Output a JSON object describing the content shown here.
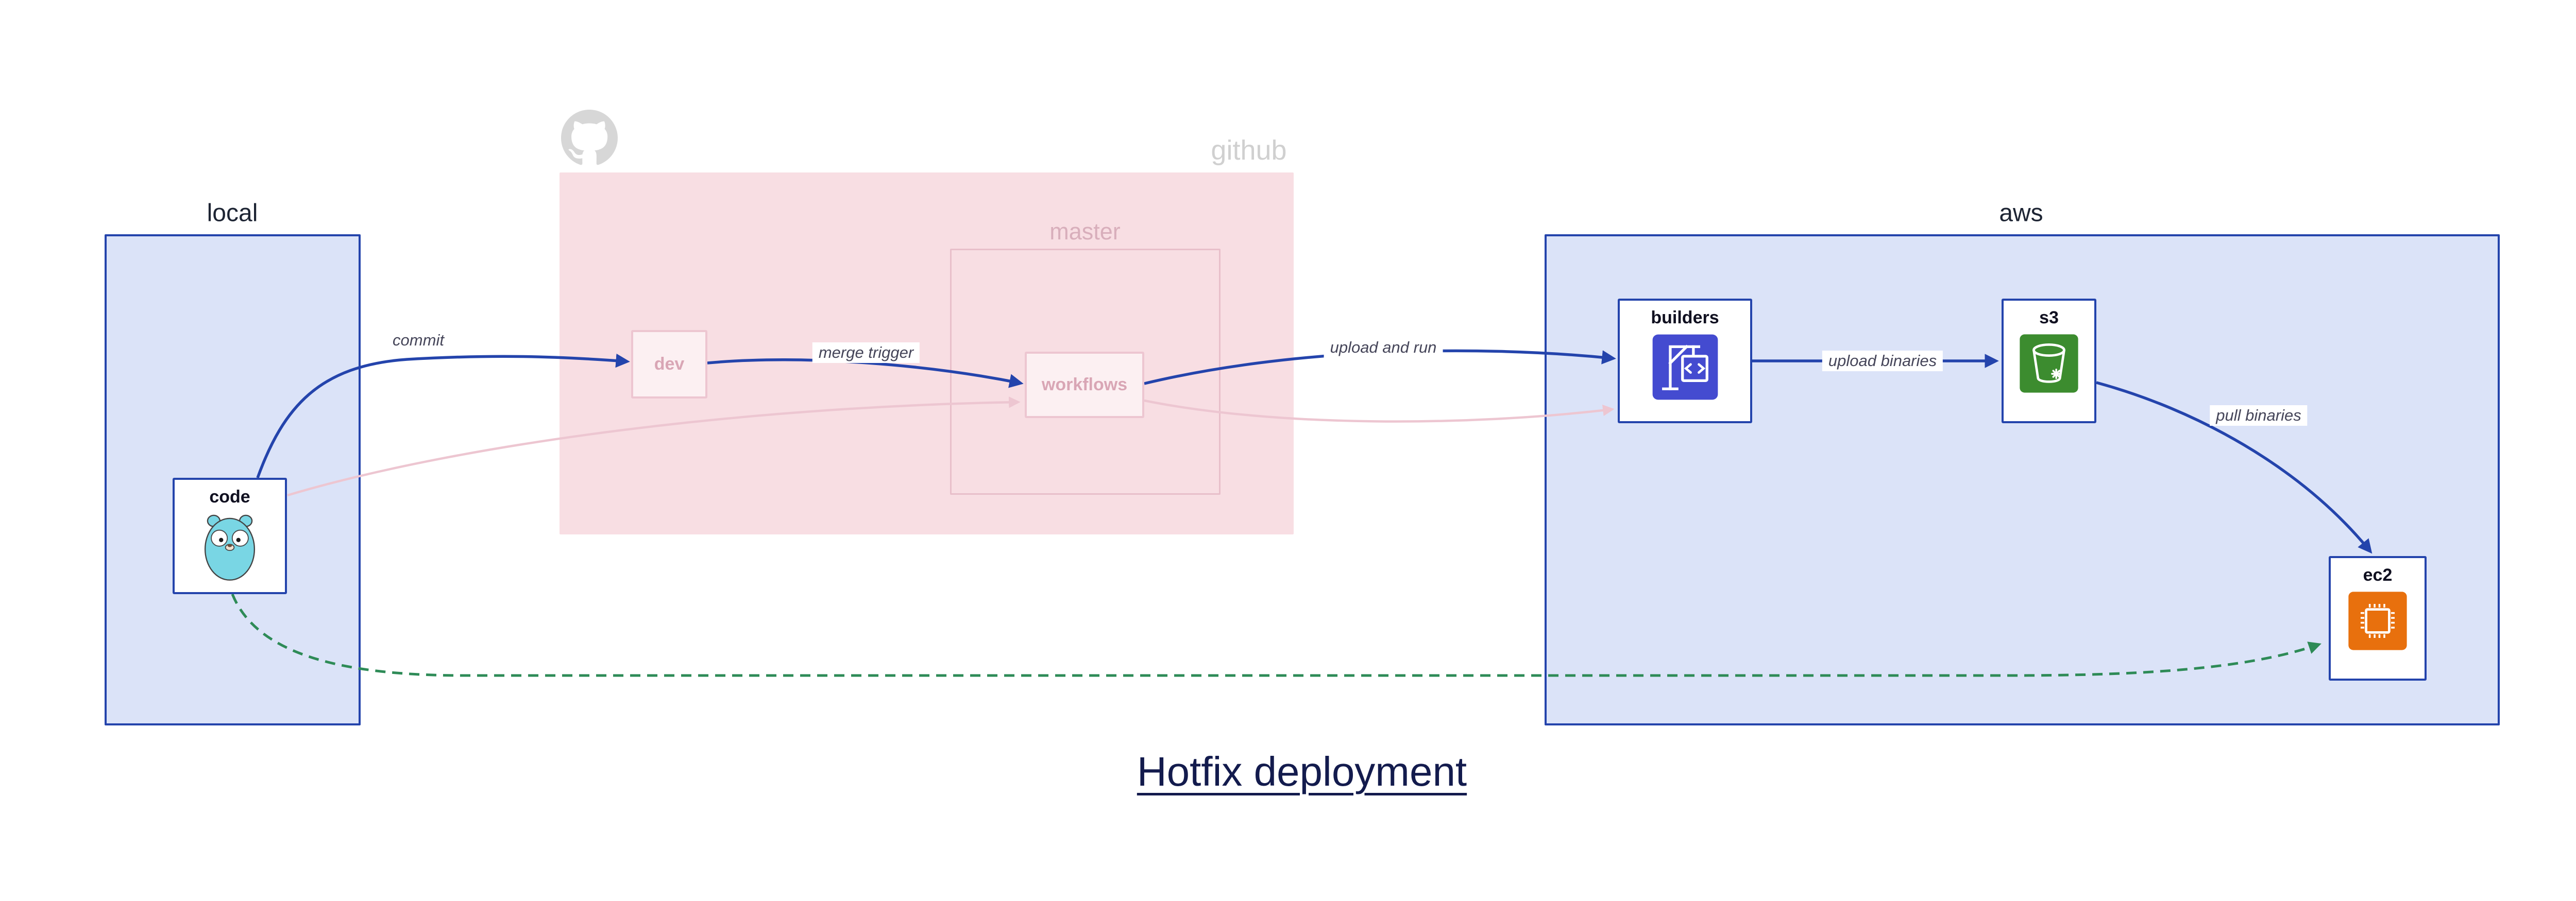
{
  "title": "Hotfix deployment",
  "containers": {
    "local": {
      "label": "local"
    },
    "github": {
      "label": "github"
    },
    "master": {
      "label": "master"
    },
    "aws": {
      "label": "aws"
    }
  },
  "nodes": {
    "code": {
      "label": "code",
      "icon": "go-gopher-icon"
    },
    "dev": {
      "label": "dev"
    },
    "workflows": {
      "label": "workflows"
    },
    "builders": {
      "label": "builders",
      "icon": "codebuild-crane-icon"
    },
    "s3": {
      "label": "s3",
      "icon": "s3-bucket-icon"
    },
    "ec2": {
      "label": "ec2",
      "icon": "ec2-chip-icon"
    }
  },
  "edges": {
    "commit": {
      "label": "commit",
      "from": "code",
      "to": "dev"
    },
    "merge_trigger": {
      "label": "merge trigger",
      "from": "dev",
      "to": "workflows"
    },
    "upload_and_run": {
      "label": "upload and run",
      "from": "workflows",
      "to": "builders"
    },
    "upload_binaries": {
      "label": "upload binaries",
      "from": "builders",
      "to": "s3"
    },
    "pull_binaries": {
      "label": "pull binaries",
      "from": "s3",
      "to": "ec2"
    },
    "faded_code_to_workflows": {
      "label": "",
      "from": "code",
      "to": "workflows"
    },
    "faded_workflows_to_builders": {
      "label": "",
      "from": "workflows",
      "to": "builders"
    },
    "hotfix_code_to_ec2": {
      "label": "",
      "from": "code",
      "to": "ec2"
    }
  },
  "icons": {
    "github_logo": "github-octocat-icon",
    "code_node": "go-gopher-icon",
    "builders_node": "codebuild-crane-icon",
    "s3_node": "s3-bucket-icon",
    "ec2_node": "ec2-chip-icon"
  },
  "colors": {
    "accent_blue": "#2444ac",
    "zone_fill_blue": "#dbe3f8",
    "zone_fill_pink": "#f8dee3",
    "faded_pink_edge": "#edc6d1",
    "faded_pink_border": "#e8bfca",
    "faded_pink_text": "#d9a6b5",
    "github_gray": "#d0d0d0",
    "green_dashed": "#2e8b57",
    "codebuild_blue": "#444bd0",
    "s3_green": "#3c8c2f",
    "ec2_orange": "#e8700d",
    "gopher_teal": "#79d6e4",
    "title_navy": "#131b4d"
  }
}
